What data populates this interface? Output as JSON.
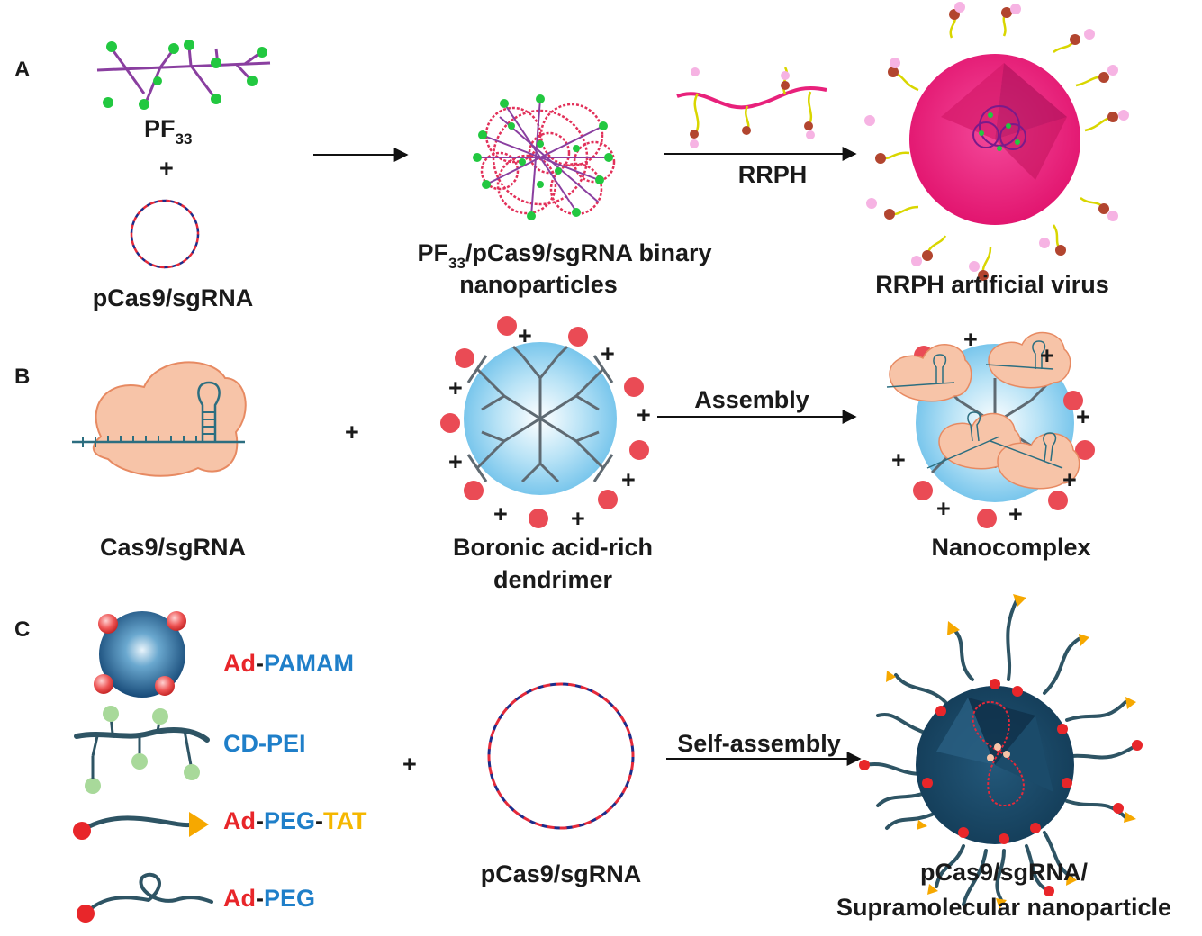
{
  "panels": {
    "a": {
      "letter": "A",
      "pf_label": "PF",
      "pf_sub": "33",
      "plus": "+",
      "pcas9": "pCas9/sgRNA",
      "binary_line1_pre": "PF",
      "binary_line1_sub": "33",
      "binary_line1_post": "/pCas9/sgRNA binary",
      "binary_line2": "nanoparticles",
      "arrow_label": "RRPH",
      "virus": "RRPH artificial virus"
    },
    "b": {
      "letter": "B",
      "cas9": "Cas9/sgRNA",
      "plus": "+",
      "dendrimer_line1": "Boronic acid-rich",
      "dendrimer_line2": "dendrimer",
      "arrow_label": "Assembly",
      "nanocomplex": "Nanocomplex",
      "charge": "+"
    },
    "c": {
      "letter": "C",
      "ad": "Ad",
      "dash": "-",
      "pamam": "PAMAM",
      "cdpei": "CD-PEI",
      "peg": "PEG",
      "tat": "TAT",
      "plus": "+",
      "pcas9": "pCas9/sgRNA",
      "arrow_label": "Self-assembly",
      "product_line1": "pCas9/sgRNA/",
      "product_line2": "Supramolecular nanoparticle"
    }
  },
  "colors": {
    "ad_red": "#e8262a",
    "blue_text": "#1f7fc9",
    "tat_yellow": "#f5b700",
    "pf_green": "#22c840",
    "pf_purple": "#8a3fa0",
    "rrph_pink": "#e8217b",
    "dendrimer_blue": "#8fd0ef",
    "red_dot": "#ea4b55",
    "cas9_peach": "#f7c4a8",
    "supra_navy": "#1c4a68",
    "polymer_teal": "#2e5464",
    "tat_orange": "#f6a800"
  }
}
